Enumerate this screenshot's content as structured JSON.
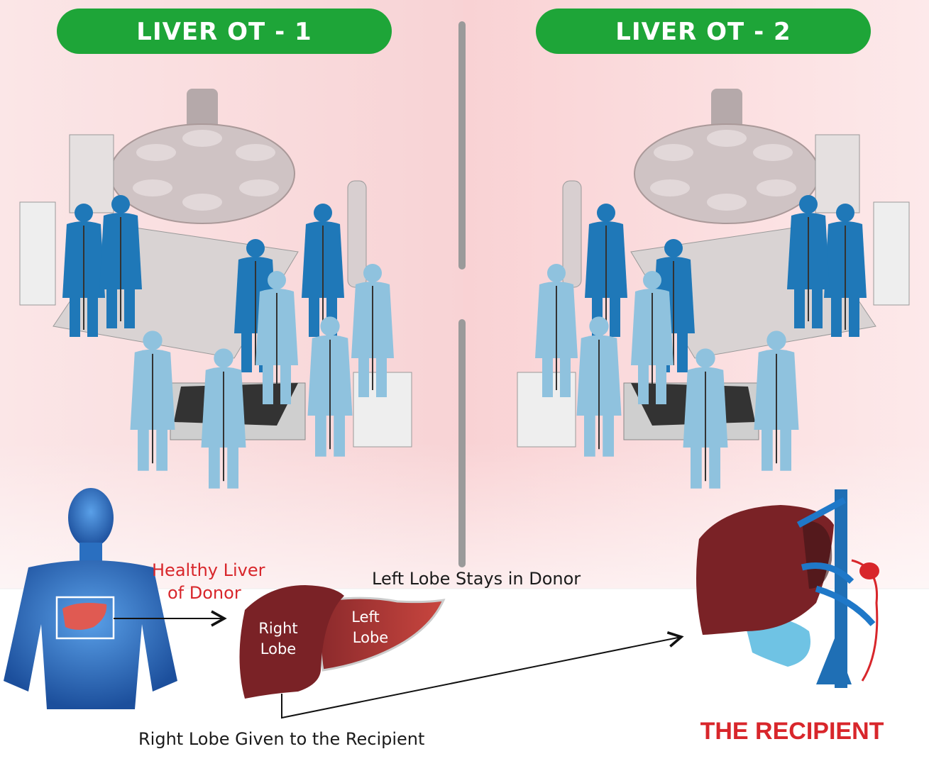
{
  "headers": {
    "ot1": "LIVER OT - 1",
    "ot2": "LIVER OT - 2"
  },
  "labels": {
    "healthy_liver_line1": "Healthy Liver",
    "healthy_liver_line2": "of  Donor",
    "left_lobe_stays": "Left Lobe Stays in Donor",
    "right_lobe_line1": "Right",
    "right_lobe_line2": "Lobe",
    "left_lobe_line1": "Left",
    "left_lobe_line2": "Lobe",
    "right_lobe_given": "Right Lobe Given to the Recipient",
    "recipient": "THE RECIPIENT"
  },
  "colors": {
    "header_green": "#1ea538",
    "background_pink": "#f7c9cc",
    "accent_red": "#d8262b",
    "liver_dark": "#7a2226",
    "liver_light": "#b93a3a",
    "surgeon_dark": "#1f78b8",
    "surgeon_light": "#8fc2de",
    "body_blue": "#2a6fc0"
  }
}
